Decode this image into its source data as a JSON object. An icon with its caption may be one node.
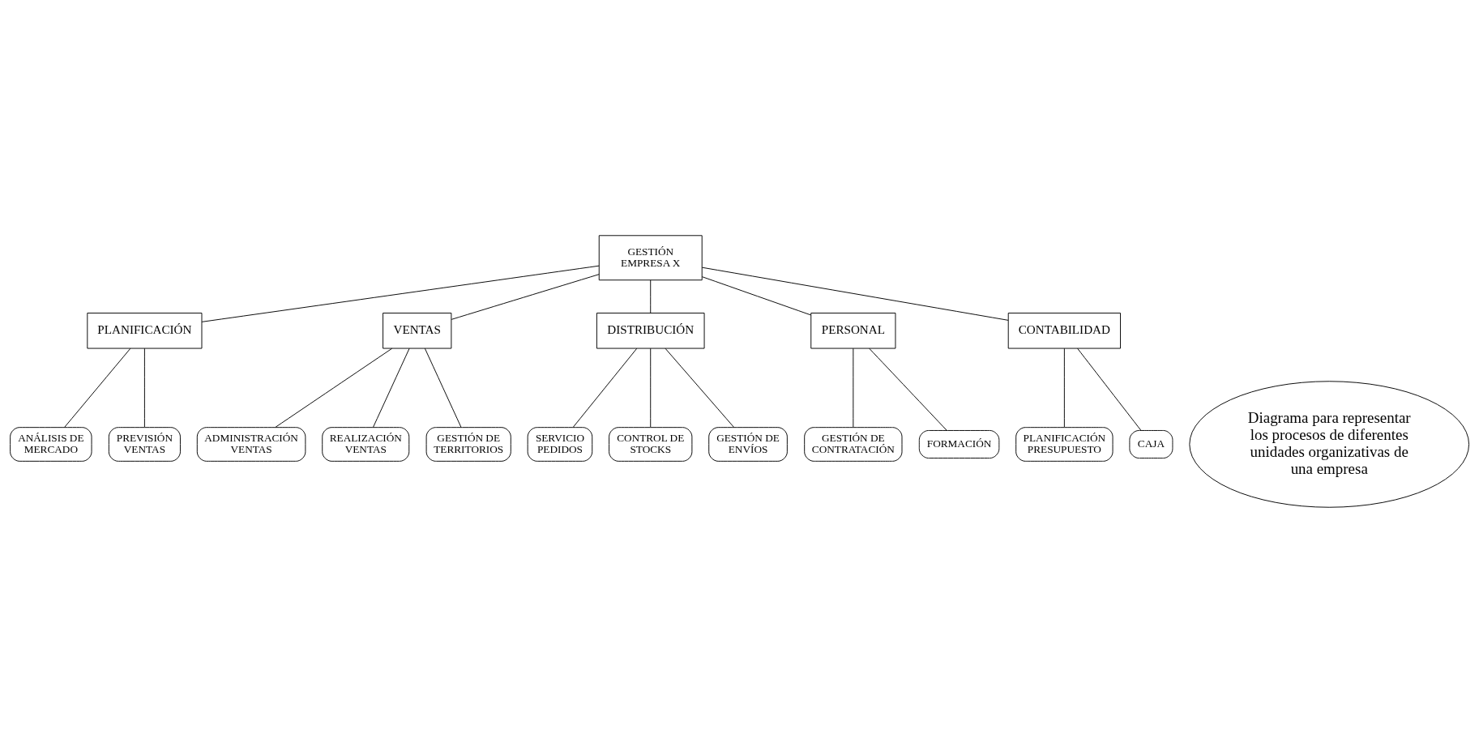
{
  "diagram": {
    "nodes": [
      {
        "text": [
          "GESTIÓN EMPRESA X"
        ]
      },
      {
        "text": [
          "Diagrama para representar los procesos de diferentes unidades organizativas de una empresa"
        ]
      },
      {
        "text": [
          "PLANIFICACIÓN"
        ]
      },
      {
        "text": [
          "VENTAS"
        ]
      },
      {
        "text": [
          "DISTRIBUCIÓN"
        ]
      },
      {
        "text": [
          "PERSONAL"
        ]
      },
      {
        "text": [
          "CONTABILIDAD"
        ]
      },
      {
        "text": [
          "ANÁLISIS DE MERCADO"
        ]
      },
      {
        "text": [
          "PREVISIÓN VENTAS"
        ]
      },
      {
        "text": [
          "ADMINISTRACIÓN VENTAS"
        ]
      },
      {
        "text": [
          "REALIZACIÓN VENTAS"
        ]
      },
      {
        "text": [
          "GESTIÓN DE TERRITORIOS"
        ]
      },
      {
        "text": [
          "SERVICIO PEDIDOS"
        ]
      },
      {
        "text": [
          "CONTROL DE STOCKS"
        ]
      },
      {
        "text": [
          "GESTIÓN DE ENVÍOS"
        ]
      },
      {
        "text": [
          "GESTIÓN DE CONTRATACIÓN"
        ]
      },
      {
        "text": [
          "FORMACIÓN"
        ]
      },
      {
        "text": [
          "PLANIFICACIÓN PRESUPUESTO"
        ]
      },
      {
        "text": [
          "CAJA"
        ]
      }
    ],
    "edges": [
      {
        "from": 0,
        "to": 2,
        "arrow": "none"
      },
      {
        "from": 0,
        "to": 3,
        "arrow": "none"
      },
      {
        "from": 0,
        "to": 4,
        "arrow": "none"
      },
      {
        "from": 0,
        "to": 5,
        "arrow": "none"
      },
      {
        "from": 0,
        "to": 6,
        "arrow": "none"
      },
      {
        "from": 2,
        "to": 7,
        "arrow": "none"
      },
      {
        "from": 2,
        "to": 8,
        "arrow": "none"
      },
      {
        "from": 3,
        "to": 9,
        "arrow": "none"
      },
      {
        "from": 3,
        "to": 10,
        "arrow": "none"
      },
      {
        "from": 3,
        "to": 11,
        "arrow": "none"
      },
      {
        "from": 4,
        "to": 12,
        "arrow": "none"
      },
      {
        "from": 4,
        "to": 13,
        "arrow": "none"
      },
      {
        "from": 4,
        "to": 14,
        "arrow": "none"
      },
      {
        "from": 5,
        "to": 15,
        "arrow": "none"
      },
      {
        "from": 5,
        "to": 16,
        "arrow": "none"
      },
      {
        "from": 6,
        "to": 17,
        "arrow": "none"
      },
      {
        "from": 6,
        "to": 18,
        "arrow": "none"
      }
    ]
  }
}
